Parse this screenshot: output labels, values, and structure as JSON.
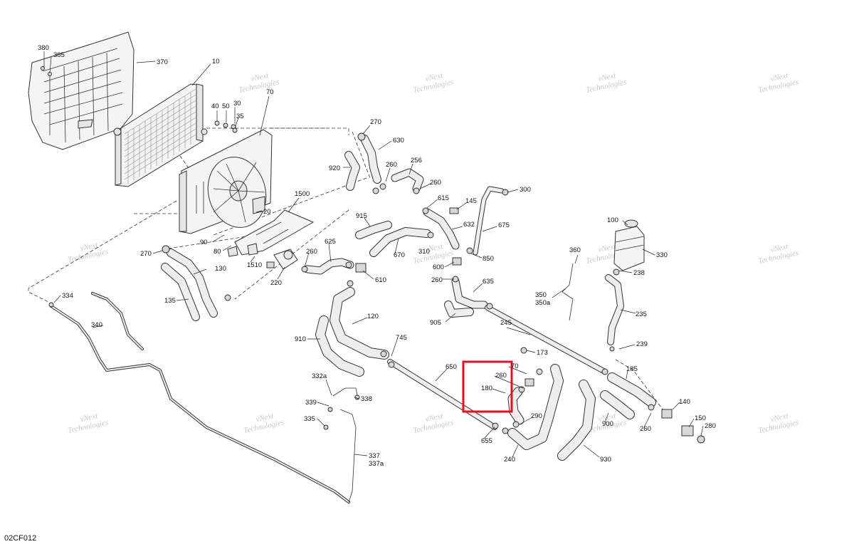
{
  "diagram_code": "02CF012",
  "watermark_text": [
    "vNext",
    "Technologies"
  ],
  "highlight_color": "#e8101e",
  "labels": [
    "380",
    "385",
    "370",
    "10",
    "70",
    "40",
    "50",
    "30",
    "35",
    "20",
    "1500",
    "90",
    "80",
    "1510",
    "220",
    "270",
    "130",
    "135",
    "334",
    "340",
    "270",
    "630",
    "920",
    "260",
    "256",
    "260",
    "615",
    "145",
    "300",
    "915",
    "670",
    "632",
    "675",
    "625",
    "260",
    "610",
    "600",
    "850",
    "260",
    "635",
    "120",
    "910",
    "745",
    "905",
    "245",
    "173",
    "180",
    "260",
    "70",
    "650",
    "290",
    "655",
    "240",
    "930",
    "900",
    "185",
    "140",
    "150",
    "280",
    "260",
    "239",
    "235",
    "238",
    "100",
    "330",
    "360",
    "350",
    "350a",
    "332a",
    "339",
    "338",
    "335",
    "337",
    "337a",
    "310"
  ]
}
